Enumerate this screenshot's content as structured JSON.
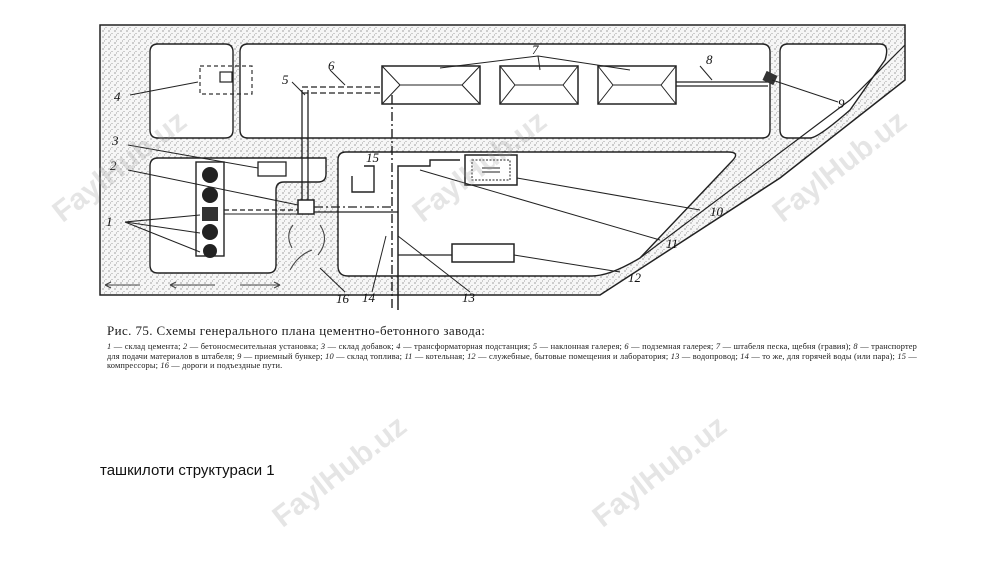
{
  "diagram": {
    "labels": [
      "1",
      "2",
      "3",
      "4",
      "5",
      "6",
      "7",
      "8",
      "9",
      "10",
      "11",
      "12",
      "13",
      "14",
      "15",
      "16"
    ]
  },
  "caption": {
    "title": "Рис. 75. Схемы генерального плана цементно-бетонного завода:",
    "legend": [
      {
        "n": "1",
        "text": "склад цемента"
      },
      {
        "n": "2",
        "text": "бетоносмесительная установка"
      },
      {
        "n": "3",
        "text": "склад добавок"
      },
      {
        "n": "4",
        "text": "трансформаторная подстанция"
      },
      {
        "n": "5",
        "text": "наклонная галерея"
      },
      {
        "n": "6",
        "text": "подземная галерея"
      },
      {
        "n": "7",
        "text": "штабеля песка, щебня (гравия)"
      },
      {
        "n": "8",
        "text": "транспортер для подачи материалов в штабеля"
      },
      {
        "n": "9",
        "text": "приемный бункер"
      },
      {
        "n": "10",
        "text": "склад топлива"
      },
      {
        "n": "11",
        "text": "котельная"
      },
      {
        "n": "12",
        "text": "служебные, бытовые помещения и лаборатория"
      },
      {
        "n": "13",
        "text": "водопровод"
      },
      {
        "n": "14",
        "text": "то же, для горячей воды (или пара)"
      },
      {
        "n": "15",
        "text": "компрессоры"
      },
      {
        "n": "16",
        "text": "дороги и подъездные пути"
      }
    ]
  },
  "bottom_text": "ташкилоти структураси 1",
  "watermark": "FaylHub.uz"
}
